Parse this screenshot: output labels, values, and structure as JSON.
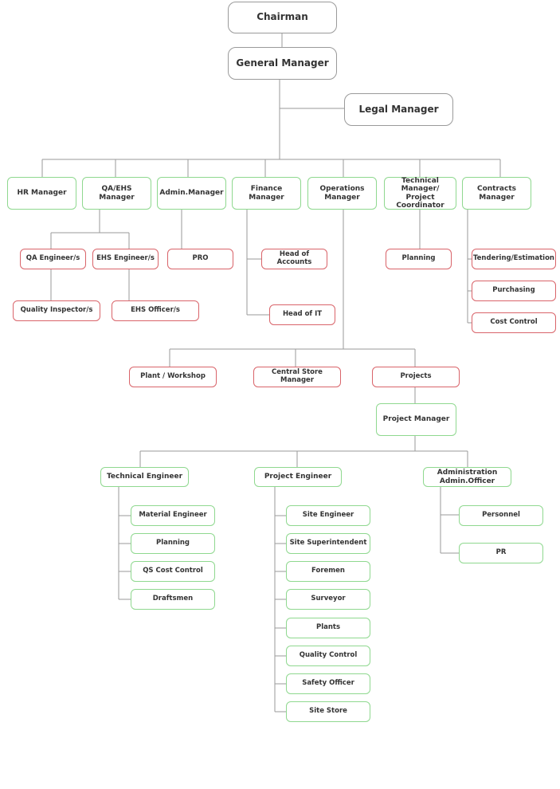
{
  "top": {
    "chairman": "Chairman",
    "general_manager": "General Manager",
    "legal_manager": "Legal Manager"
  },
  "departments": {
    "hr_manager": "HR Manager",
    "qa_ehs_manager": "QA/EHS Manager",
    "admin_manager": "Admin.Manager",
    "finance_manager": "Finance Manager",
    "operations_manager": "Operations\nManager",
    "technical_manager": "Technical Manager/\nProject Coordinator",
    "contracts_manager": "Contracts Manager"
  },
  "qa_ehs": {
    "qa_engineers": "QA Engineer/s",
    "ehs_engineers": "EHS Engineer/s",
    "quality_inspectors": "Quality Inspector/s",
    "ehs_officers": "EHS Officer/s"
  },
  "admin": {
    "pro": "PRO"
  },
  "finance": {
    "head_of_accounts": "Head of Accounts",
    "head_of_it": "Head of IT"
  },
  "technical": {
    "planning": "Planning"
  },
  "contracts": {
    "tendering": "Tendering/Estimation",
    "purchasing": "Purchasing",
    "cost_control": "Cost Control"
  },
  "operations": {
    "plant_workshop": "Plant / Workshop",
    "central_store": "Central Store Manager",
    "projects": "Projects",
    "project_manager": "Project Manager"
  },
  "project_team": {
    "technical_engineer": {
      "label": "Technical Engineer",
      "items": [
        "Material Engineer",
        "Planning",
        "QS Cost Control",
        "Draftsmen"
      ]
    },
    "project_engineer": {
      "label": "Project Engineer",
      "items": [
        "Site Engineer",
        "Site Superintendent",
        "Foremen",
        "Surveyor",
        "Plants",
        "Quality Control",
        "Safety Officer",
        "Site Store"
      ]
    },
    "administration": {
      "label": "Administration\nAdmin.Officer",
      "items": [
        "Personnel",
        "PR"
      ]
    }
  },
  "colors": {
    "management_border": "#9a9a9a",
    "manager_border": "#8fd88f",
    "staff_border": "#d9646a",
    "connector": "#9a9a9a"
  }
}
